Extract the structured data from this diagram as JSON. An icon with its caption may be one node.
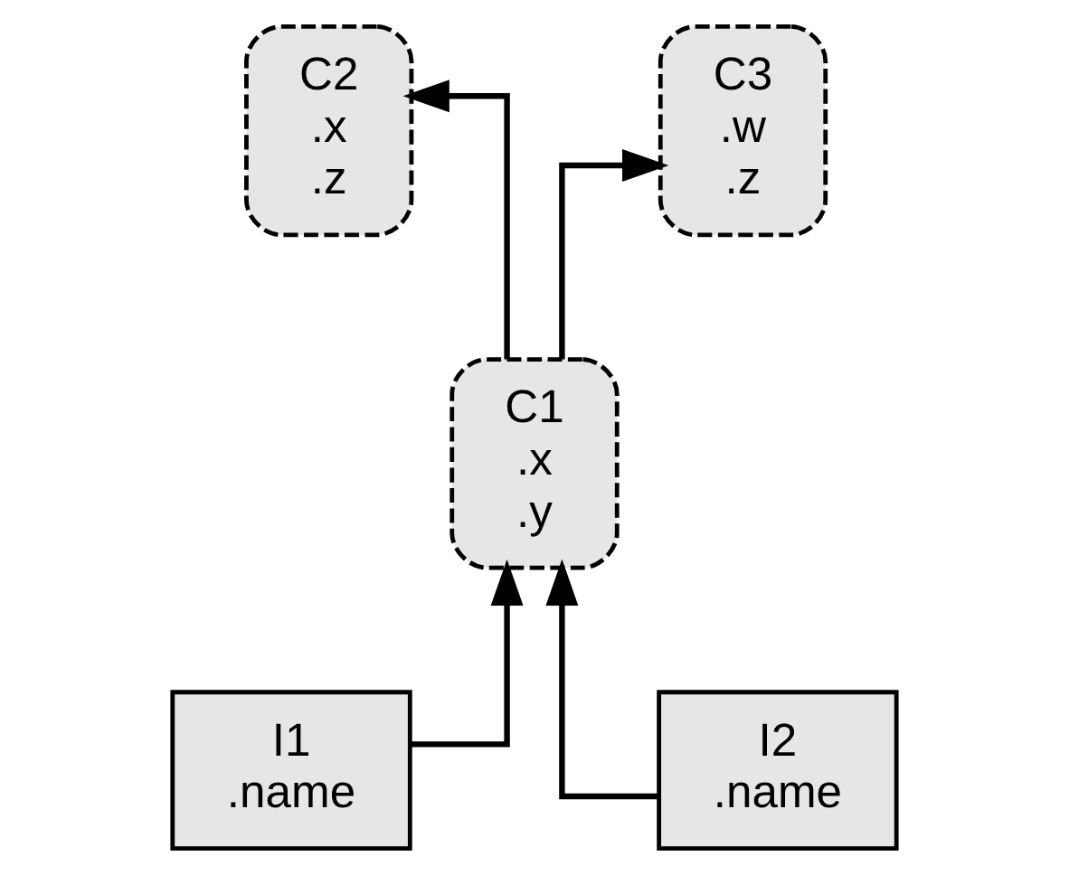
{
  "diagram": {
    "nodes": [
      {
        "text": [
          "C2",
          ".x",
          ".z"
        ]
      },
      {
        "text": [
          "C3",
          ".w",
          ".z"
        ]
      },
      {
        "text": [
          "C1",
          ".x",
          ".y"
        ]
      },
      {
        "text": [
          "I1",
          ".name"
        ]
      },
      {
        "text": [
          "I2",
          ".name"
        ]
      }
    ],
    "edges": [
      {
        "from": 2,
        "to": 0,
        "arrow": "to"
      },
      {
        "from": 2,
        "to": 1,
        "arrow": "to"
      },
      {
        "from": 3,
        "to": 2,
        "arrow": "to"
      },
      {
        "from": 4,
        "to": 2,
        "arrow": "to"
      }
    ]
  }
}
